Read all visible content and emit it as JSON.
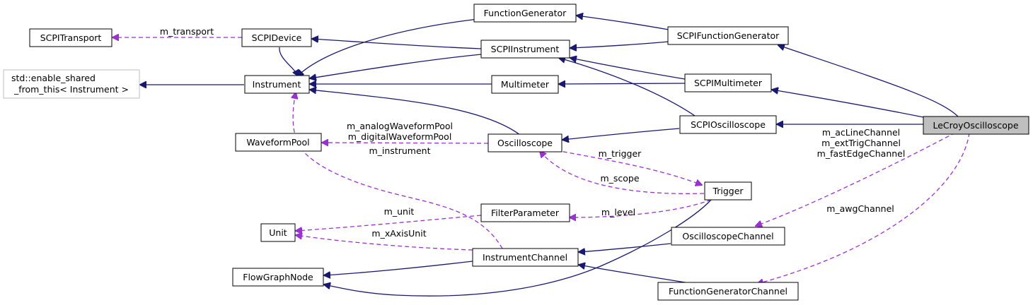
{
  "diagram": {
    "nodes": {
      "scpi_transport": "SCPITransport",
      "scpi_device": "SCPIDevice",
      "function_generator": "FunctionGenerator",
      "scpi_function_generator": "SCPIFunctionGenerator",
      "enable_shared_line1": "std::enable_shared",
      "enable_shared_line2": "_from_this< Instrument >",
      "instrument": "Instrument",
      "scpi_instrument": "SCPIInstrument",
      "multimeter": "Multimeter",
      "scpi_multimeter": "SCPIMultimeter",
      "lecroy_oscilloscope": "LeCroyOscilloscope",
      "waveform_pool": "WaveformPool",
      "oscilloscope": "Oscilloscope",
      "scpi_oscilloscope": "SCPIOscilloscope",
      "trigger": "Trigger",
      "unit": "Unit",
      "filter_parameter": "FilterParameter",
      "oscilloscope_channel": "OscilloscopeChannel",
      "flow_graph_node": "FlowGraphNode",
      "instrument_channel": "InstrumentChannel",
      "function_generator_channel": "FunctionGeneratorChannel"
    },
    "edge_labels": {
      "m_transport": "m_transport",
      "m_analog_waveform_pool": "m_analogWaveformPool",
      "m_digital_waveform_pool": "m_digitalWaveformPool",
      "m_instrument": "m_instrument",
      "m_trigger": "m_trigger",
      "m_scope": "m_scope",
      "m_level": "m_level",
      "m_unit": "m_unit",
      "m_x_axis_unit": "m_xAxisUnit",
      "m_ac_line_channel": "m_acLineChannel",
      "m_ext_trig_channel": "m_extTrigChannel",
      "m_fast_edge_channel": "m_fastEdgeChannel",
      "m_awg_channel": "m_awgChannel"
    },
    "colors": {
      "inheritance": "#191970",
      "usage": "#9a32cd",
      "focus_fill": "#bfbfbf",
      "external_border": "#bfbfbf"
    }
  }
}
